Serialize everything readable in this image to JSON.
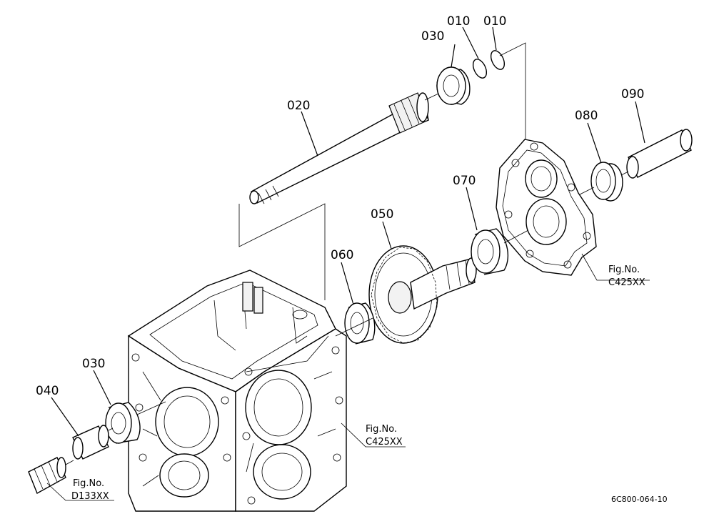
{
  "callouts": {
    "c010a": "010",
    "c010b": "010",
    "c020": "020",
    "c030top": "030",
    "c030left": "030",
    "c040": "040",
    "c050": "050",
    "c060": "060",
    "c070": "070",
    "c080": "080",
    "c090": "090"
  },
  "references": {
    "right_housing": {
      "line1": "Fig.No.",
      "line2": "C425XX"
    },
    "left_housing": {
      "line1": "Fig.No.",
      "line2": "C425XX"
    },
    "shaft_end": {
      "line1": "Fig.No.",
      "line2": "D133XX"
    }
  },
  "drawing_code": "6C800-064-10"
}
